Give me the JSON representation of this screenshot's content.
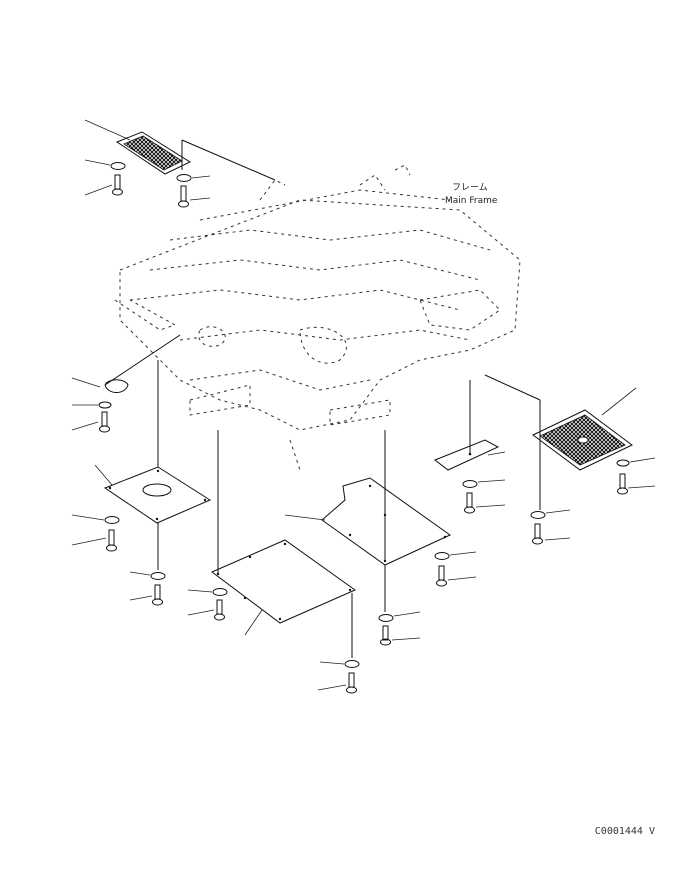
{
  "frame_label_line1": "フレーム",
  "frame_label_line2": "Main Frame",
  "drawing_code": "C0001444 V"
}
